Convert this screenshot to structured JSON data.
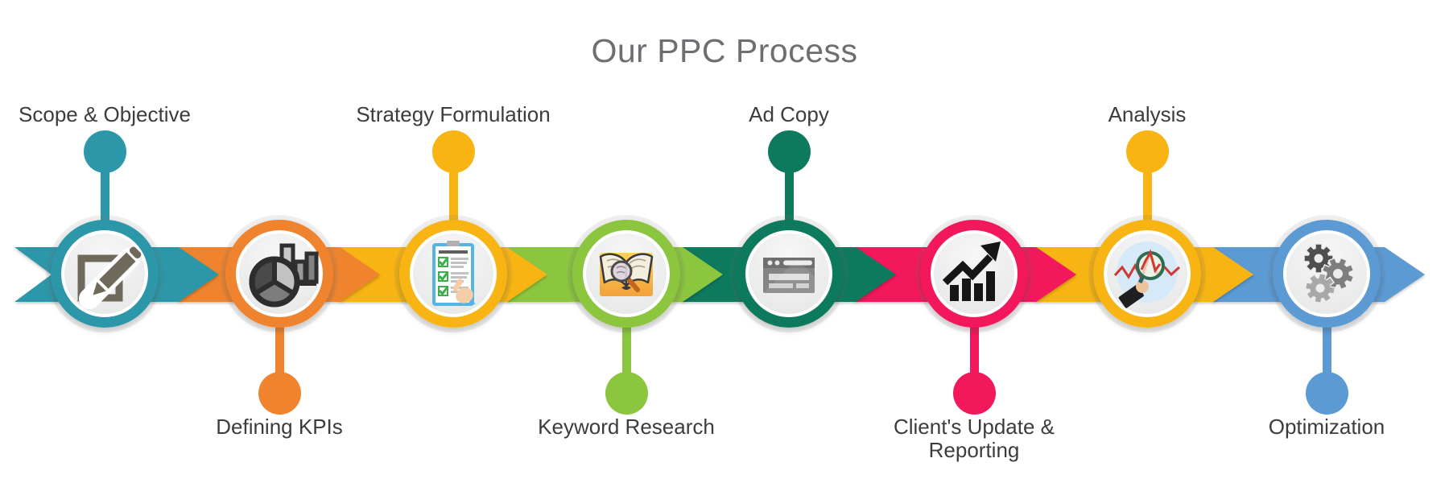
{
  "title": "Our PPC Process",
  "colors": {
    "title": "#6D6E71",
    "label": "#3C3C3C",
    "background": "#FFFFFF"
  },
  "steps": [
    {
      "label": "Scope & Objective",
      "color": "#2C97A8",
      "icon": "note-pencil-icon",
      "label_position": "top"
    },
    {
      "label": "Defining KPIs",
      "color": "#F0842E",
      "icon": "pie-bar-chart-icon",
      "label_position": "bottom"
    },
    {
      "label": "Strategy Formulation",
      "color": "#F7B412",
      "icon": "checklist-icon",
      "label_position": "top"
    },
    {
      "label": "Keyword Research",
      "color": "#8CC63F",
      "icon": "book-magnifier-icon",
      "label_position": "bottom"
    },
    {
      "label": "Ad Copy",
      "color": "#0D7A5E",
      "icon": "browser-window-icon",
      "label_position": "top"
    },
    {
      "label": "Client's Update & Reporting",
      "color": "#F3175B",
      "icon": "growth-chart-icon",
      "label_position": "bottom"
    },
    {
      "label": "Analysis",
      "color": "#F7B412",
      "icon": "magnifier-graph-icon",
      "label_position": "top"
    },
    {
      "label": "Optimization",
      "color": "#5C9AD3",
      "icon": "gears-icon",
      "label_position": "bottom"
    }
  ]
}
